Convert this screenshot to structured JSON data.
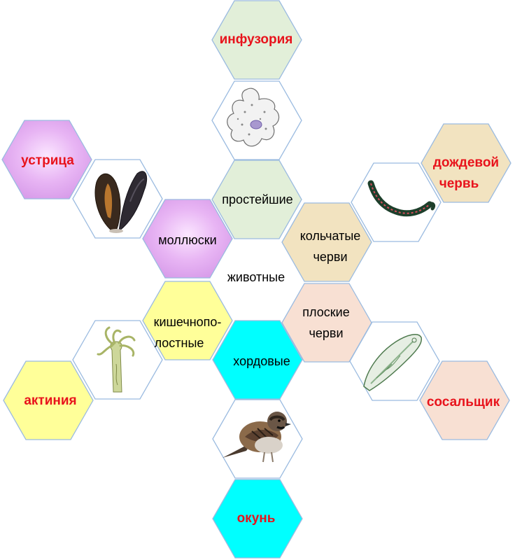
{
  "center": {
    "label": "животные"
  },
  "groups": [
    {
      "id": "protozoa",
      "label": "простейшие",
      "color": "#e2efd9",
      "example": "инфузория"
    },
    {
      "id": "annelids",
      "label_lines": [
        "кольчатые",
        "черви"
      ],
      "color": "#f2e3c0",
      "example_lines": [
        "дождевой",
        "червь"
      ]
    },
    {
      "id": "flatworms",
      "label_lines": [
        "плоские",
        "черви"
      ],
      "color": "#f8e0d3",
      "example": "сосальщик"
    },
    {
      "id": "chordates",
      "label": "хордовые",
      "color": "#00ffff",
      "example": "окунь"
    },
    {
      "id": "cnidarians",
      "label_lines": [
        "кишечнопо-",
        "лостные"
      ],
      "color": "#ffff99",
      "example": "актиния"
    },
    {
      "id": "molluscs",
      "label": "моллюски",
      "color": "#e2a3f2",
      "example": "устрица"
    }
  ],
  "icons": [
    "amoeba-icon",
    "worm-icon",
    "fluke-icon",
    "sparrow-icon",
    "hydra-icon",
    "mussel-icon"
  ],
  "colors": {
    "example_text": "#e8131c",
    "border": "#9bbbe0"
  }
}
